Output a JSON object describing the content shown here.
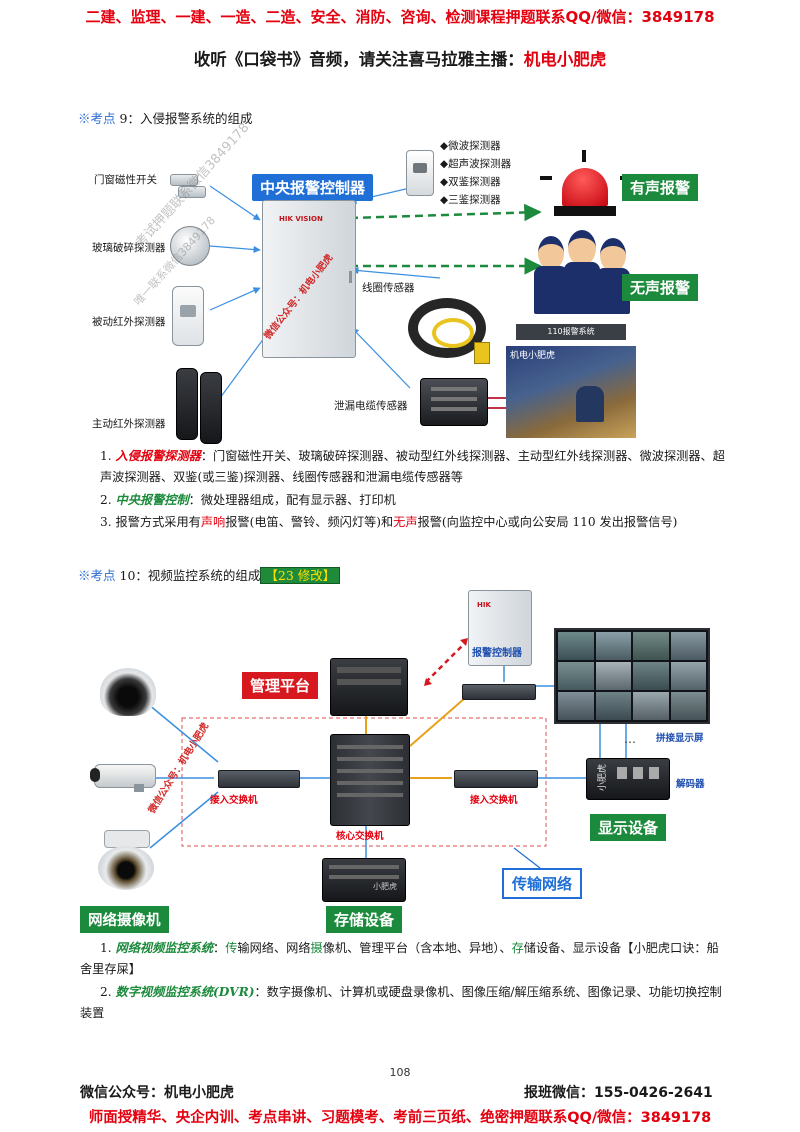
{
  "header": {
    "banner": "二建、监理、一建、一造、二造、安全、消防、咨询、检测课程押题联系QQ/微信：3849178",
    "subtitle_prefix": "收听《口袋书》音频，请关注喜马拉雅主播：",
    "subtitle_host": "机电小肥虎"
  },
  "section9": {
    "mark": "※考点",
    "title": " 9：入侵报警系统的组成",
    "detectors": [
      "门窗磁性开关",
      "玻璃破碎探测器",
      "被动红外探测器",
      "主动红外探测器"
    ],
    "controller": "中央报警控制器",
    "controller_badge": "HIK VISION",
    "controller_side_text": "微信公众号：机电小肥虎",
    "upper_sensors": [
      "微波探测器",
      "超声波探测器",
      "双鉴探测器",
      "三鉴探测器"
    ],
    "line_sensor": "线圈传感器",
    "leak_sensor": "泄漏电缆传感器",
    "audible_alarm": "有声报警",
    "silent_alarm": "无声报警",
    "police_sign": "110报警系统",
    "photo_label": "机电小肥虎",
    "p1_num": "1. ",
    "p1_key": "入侵报警探测器",
    "p1_text": "：门窗磁性开关、玻璃破碎探测器、被动型红外线探测器、主动型红外线探测器、微波探测器、超声波探测器、双鉴(或三鉴)探测器、线圈传感器和泄漏电缆传感器等",
    "p2_num": "2. ",
    "p2_key": "中央报警控制",
    "p2_text": "：微处理器组成，配有显示器、打印机",
    "p3_a": "3. 报警方式采用有",
    "p3_b": "声响",
    "p3_c": "报警(电笛、警铃、频闪灯等)和",
    "p3_d": "无声",
    "p3_e": "报警(向监控中心或向公安局 110 发出报警信号)"
  },
  "section10": {
    "mark": "※考点",
    "title": " 10：视频监控系统的组成",
    "tag": "【23 修改】",
    "alarm_controller": "报警控制器",
    "mgmt_platform": "管理平台",
    "access_switch_left": "接入交换机",
    "access_switch_right": "接入交换机",
    "core_switch": "核心交换机",
    "splice_screen": "拼接显示屏",
    "decoder": "解码器",
    "decoder_brand": "小肥虎",
    "display_device": "显示设备",
    "storage_device": "存储设备",
    "storage_brand": "小肥虎",
    "transport_network": "传输网络",
    "network_camera": "网络摄像机",
    "camera_side_text": "微信公众号：机电小肥虎",
    "p1_num": "1. ",
    "p1_key": "网络视频监控系统",
    "p1_a": "：",
    "p1_b": "传",
    "p1_c": "输网络、网络",
    "p1_d": "摄",
    "p1_e": "像机、管理平台（含本地、异地）、",
    "p1_f": "存",
    "p1_g": "储设备、显示设备【小肥虎口诀：船舍里存屎】",
    "p2_num": "2. ",
    "p2_key": "数字视频监控系统(DVR)",
    "p2_text": "：数字摄像机、计算机或硬盘录像机、图像压缩/解压缩系统、图像记录、功能切换控制装置"
  },
  "watermarks": [
    "考试押题联系微信3849178",
    "唯一联系微信3849178"
  ],
  "page_number": "108",
  "footer": {
    "wechat_public": "微信公众号：机电小肥虎",
    "class_wechat": "报班微信：155-0426-2641",
    "bottom_banner": "师面授精华、央企内训、考点串讲、习题模考、考前三页纸、绝密押题联系QQ/微信：3849178"
  },
  "colors": {
    "red": "#e3000f",
    "green": "#1c8a3c",
    "blue": "#1f6fd6"
  }
}
